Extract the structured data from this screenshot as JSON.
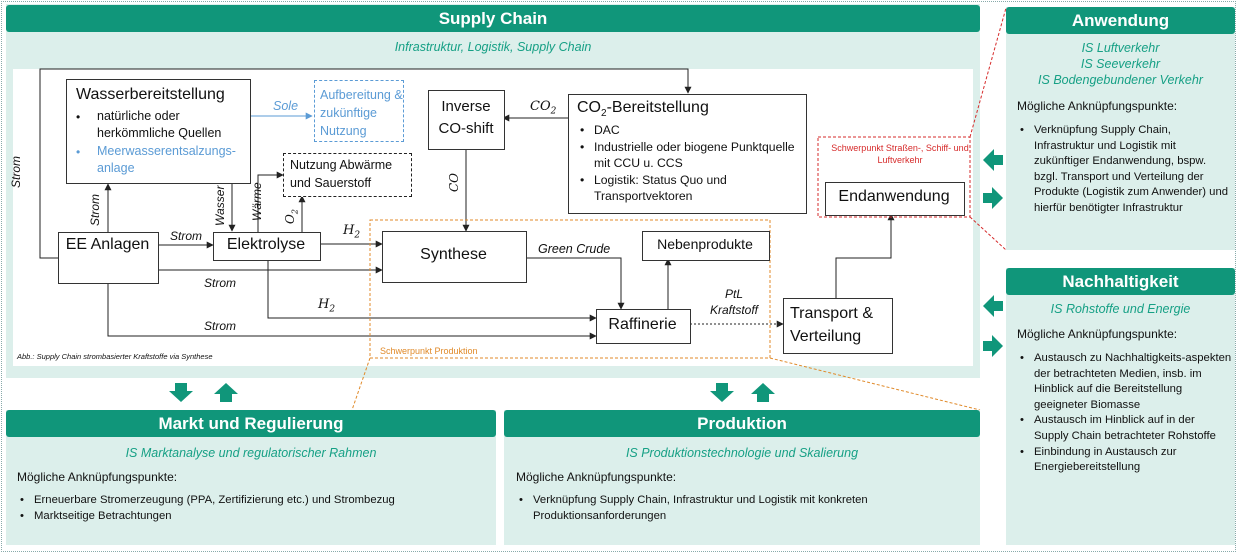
{
  "supply_chain": {
    "title": "Supply Chain",
    "subtitle": "Infrastruktur, Logistik, Supply Chain",
    "caption": "Abb.: Supply Chain strombasierter Kraftstoffe via Synthese"
  },
  "diagram": {
    "wasser": {
      "title": "Wasserbereitstellung",
      "item1": "natürliche oder herkömmliche Quellen",
      "item2": "Meerwasserentsalzungs-anlage"
    },
    "sole_label": "Sole",
    "aufbereitung": "Aufbereitung & zukünftige Nutzung",
    "inverse": "Inverse CO-shift",
    "co2_label": "CO",
    "co2_sub": "2",
    "co2b": {
      "title": "CO",
      "title_sub": "2",
      "title_rest": "-Bereitstellung",
      "items": [
        "DAC",
        "Industrielle oder biogene Punktquelle mit CCU u. CCS",
        "Logistik: Status Quo und Transportvektoren"
      ]
    },
    "nutzung": "Nutzung Abwärme und Sauerstoff",
    "co_label": "CO",
    "strom": "Strom",
    "wasser_label": "Wasser",
    "waerme_label": "Wärme",
    "o2_label": "O",
    "o2_sub": "2",
    "h2_label": "H",
    "h2_sub": "2",
    "ee": "EE Anlagen",
    "elektrolyse": "Elektrolyse",
    "synthese": "Synthese",
    "green_crude": "Green Crude",
    "nebenprodukte": "Nebenprodukte",
    "raffinerie": "Raffinerie",
    "ptl": "PtL Kraftstoff",
    "transport": "Transport & Verteilung",
    "endanwendung": "Endanwendung",
    "schwerpunkt_produktion": "Schwerpunkt Produktion",
    "schwerpunkt_verkehr": "Schwerpunkt Straßen-, Schiff- und Luftverkehr"
  },
  "anwendung": {
    "title": "Anwendung",
    "subtitles": [
      "IS Luftverkehr",
      "IS Seeverkehr",
      "IS Bodengebundener Verkehr"
    ],
    "intro": "Mögliche Anknüpfungspunkte:",
    "items": [
      "Verknüpfung Supply Chain, Infrastruktur und Logistik mit zukünftiger Endanwendung, bspw. bzgl. Transport und Verteilung der Produkte (Logistik zum Anwender) und hierfür benötigter Infrastruktur"
    ]
  },
  "nachhaltigkeit": {
    "title": "Nachhaltigkeit",
    "subtitle": "IS Rohstoffe und Energie",
    "intro": "Mögliche Anknüpfungspunkte:",
    "items": [
      "Austausch zu Nachhaltigkeits-aspekten der betrachteten Medien, insb. im Hinblick auf die Bereitstellung geeigneter Biomasse",
      "Austausch im Hinblick auf in der Supply Chain betrachteter Rohstoffe",
      "Einbindung in Austausch zur Energiebereitstellung"
    ]
  },
  "markt": {
    "title": "Markt und Regulierung",
    "subtitle": "IS Marktanalyse und regulatorischer Rahmen",
    "intro": "Mögliche Anknüpfungspunkte:",
    "items": [
      "Erneuerbare Stromerzeugung (PPA, Zertifizierung etc.) und Strombezug",
      "Marktseitige Betrachtungen"
    ]
  },
  "produktion": {
    "title": "Produktion",
    "subtitle": "IS Produktionstechnologie und Skalierung",
    "intro": "Mögliche Anknüpfungspunkte:",
    "items": [
      "Verknüpfung Supply Chain, Infrastruktur und Logistik mit konkreten Produktionsanforderungen"
    ]
  },
  "colors": {
    "accent": "#10967a",
    "panel": "#dcefeb",
    "subtitle": "#16a085",
    "schwerpunkt_red": "#d62b2b",
    "schwerpunkt_orange": "#e08a2a",
    "light_blue": "#5b9bd5"
  }
}
